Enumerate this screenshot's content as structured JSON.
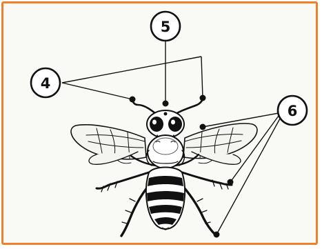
{
  "diagram": {
    "frame_color": "#f07f2a",
    "line_color": "#111111",
    "callouts": [
      {
        "id": "callout-4",
        "label": "4",
        "targets": [
          "antenna-left-tip",
          "antenna-right-tip"
        ]
      },
      {
        "id": "callout-5",
        "label": "5",
        "targets": [
          "head-top"
        ]
      },
      {
        "id": "callout-6",
        "label": "6",
        "targets": [
          "thorax-side",
          "middle-leg-right",
          "hind-leg-right"
        ]
      }
    ]
  }
}
